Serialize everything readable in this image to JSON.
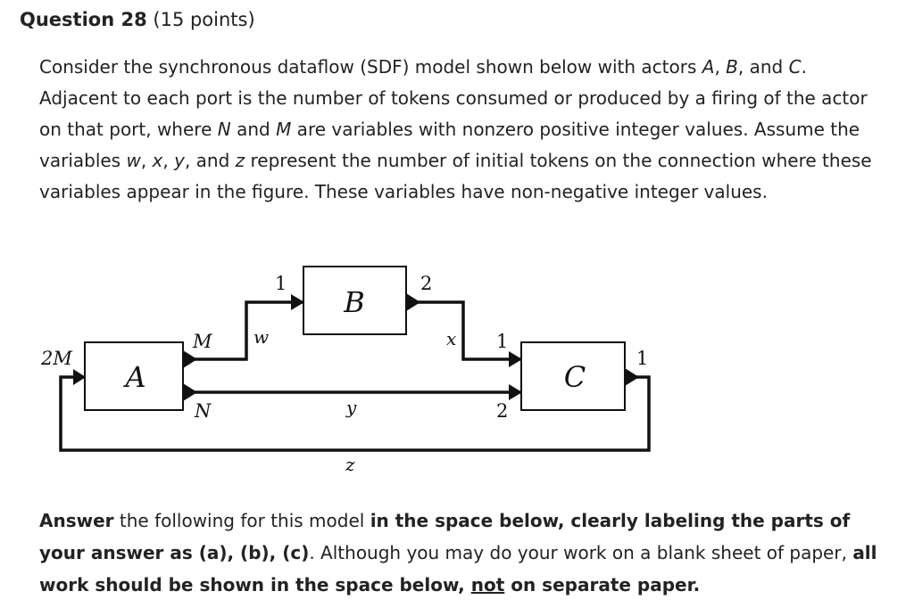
{
  "question": {
    "number": "Question 28",
    "points": "(15 points)"
  },
  "intro": {
    "p1": "Consider the synchronous dataflow (SDF) model shown below with actors ",
    "actor_a": "A",
    "sep1": ", ",
    "actor_b": "B",
    "sep2": ", and ",
    "actor_c": "C",
    "p2": ". Adjacent to each port is the number of tokens consumed or produced by a firing of the actor on that port, where ",
    "var_n": "N",
    "p3": " and ",
    "var_m": "M",
    "p4": " are variables with nonzero positive integer values. Assume the variables ",
    "var_w": "w",
    "sep3": ", ",
    "var_x": "x",
    "sep4": ", ",
    "var_y": "y",
    "sep5": ", and ",
    "var_z": "z",
    "p5": " represent the number of initial tokens on the connection where these variables appear in the figure. These variables have non-negative integer values."
  },
  "diagram": {
    "actors": {
      "a": "A",
      "b": "B",
      "c": "C"
    },
    "rates": {
      "a_in": "2M",
      "a_out_top": "M",
      "a_out_bottom": "N",
      "b_in": "1",
      "b_out": "2",
      "c_in_top": "1",
      "c_in_bottom": "2",
      "c_out": "1"
    },
    "delays": {
      "w": "w",
      "x": "x",
      "y": "y",
      "z": "z"
    }
  },
  "answer": {
    "w1": "Answer",
    "t1": " the following for this model ",
    "b1": "in the space below, clearly labeling the parts of your answer as (a), (b), (c)",
    "t2": ". Although you may do your work on a blank sheet of paper, ",
    "b2": "all work should be shown in the space below, ",
    "u1": "not",
    "b3": " on separate paper."
  }
}
